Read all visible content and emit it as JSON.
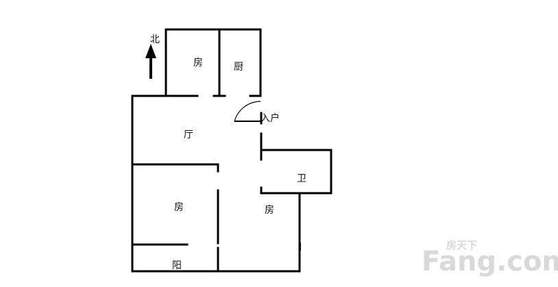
{
  "north": {
    "label": "北"
  },
  "rooms": {
    "bedroom_north": "房",
    "kitchen": "厨",
    "entrance": "入户",
    "living": "厅",
    "bathroom": "卫",
    "bedroom_southwest": "房",
    "bedroom_southeast": "房",
    "balcony": "阳"
  },
  "watermark": {
    "main": "Fang.com",
    "sub": "房天下"
  },
  "colors": {
    "wall": "#000000",
    "background": "#ffffff",
    "watermark": "#d9d9d9"
  }
}
